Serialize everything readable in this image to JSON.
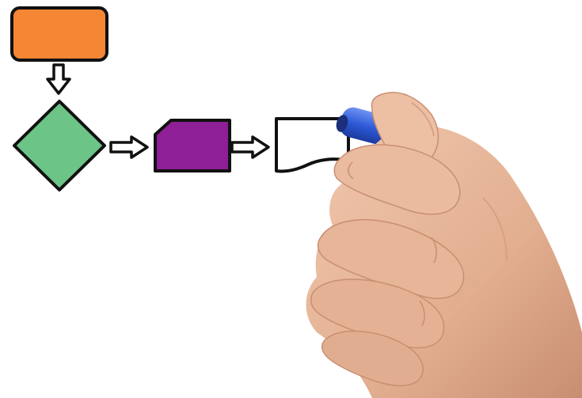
{
  "scene": {
    "background": "#ffffff",
    "outline_color": "#111111",
    "arrow_fill": "#ffffff"
  },
  "flowchart": {
    "shapes": [
      {
        "name": "process-box",
        "shape": "rounded-rectangle",
        "fill": "#F58633"
      },
      {
        "name": "decision-diamond",
        "shape": "diamond",
        "fill": "#6CC486"
      },
      {
        "name": "manual-input-shape",
        "shape": "clipped-corner-rectangle",
        "fill": "#8E1F96"
      },
      {
        "name": "document-shape",
        "shape": "document",
        "fill": "#ffffff"
      }
    ],
    "arrows": [
      {
        "name": "arrow-down",
        "direction": "down"
      },
      {
        "name": "arrow-right-1",
        "direction": "right"
      },
      {
        "name": "arrow-right-2",
        "direction": "right"
      }
    ]
  },
  "hand": {
    "object": "hand-holding-marker",
    "skin_color": "#E7B79A",
    "skin_shadow": "#C98E72",
    "marker_color": "#2F5BD8",
    "marker_barrel": "#BFC6D0"
  }
}
